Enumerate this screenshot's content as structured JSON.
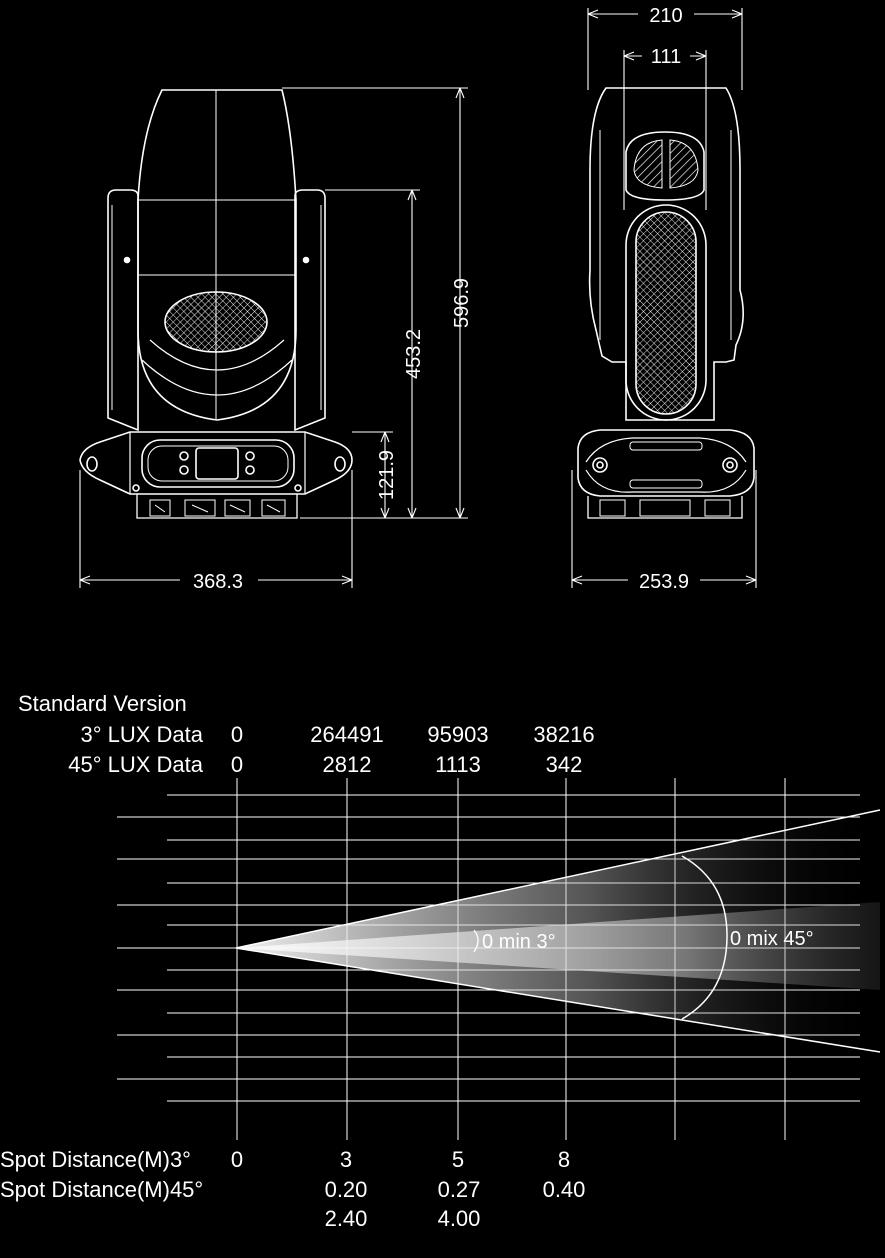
{
  "dimensions": {
    "front_total_height": "596.9",
    "front_arm_height": "453.2",
    "front_base_height": "121.9",
    "front_base_width": "368.3",
    "side_top_width": "210",
    "side_head_width": "111",
    "side_base_width": "253.9"
  },
  "table": {
    "title": "Standard Version",
    "rows": [
      {
        "label": "3° LUX Data",
        "values": [
          "0",
          "264491",
          "95903",
          "38216"
        ]
      },
      {
        "label": "45° LUX Data",
        "values": [
          "0",
          "2812",
          "1113",
          "342"
        ]
      }
    ]
  },
  "beam": {
    "label_narrow": "0 min 3°",
    "label_wide": "0 mix 45°"
  },
  "spot": {
    "row1_label": "Spot Distance(M)3°",
    "row1_values": [
      "0",
      "3",
      "5",
      "8"
    ],
    "row2_label": "Spot Distance(M)45°",
    "row2_values": [
      "0.20",
      "0.27",
      "0.40"
    ],
    "row3_values": [
      "2.40",
      "4.00"
    ]
  },
  "colors": {
    "background": "#000000",
    "line": "#ffffff"
  }
}
